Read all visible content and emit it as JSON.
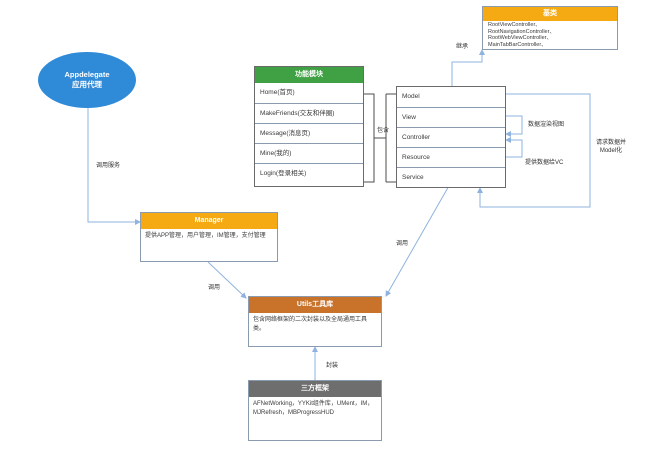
{
  "app_delegate": {
    "line1": "Appdelegate",
    "line2": "应用代理"
  },
  "function_module": {
    "title": "功能模块",
    "items": [
      "Home(首页)",
      "MakeFriends(交友和伴圈)",
      "Message(消息页)",
      "Mine(我的)",
      "Login(登录相关)"
    ]
  },
  "mvc": {
    "items": [
      "Model",
      "View",
      "Controller",
      "Resource",
      "Service"
    ]
  },
  "base": {
    "title": "基类",
    "lines": [
      "RootViewController、",
      "RootNavigationController、",
      "RootWebViewController、",
      "MainTabBarController、"
    ]
  },
  "manager": {
    "title": "Manager",
    "desc": "提供APP管理，用户管理，IM管理，支付管理"
  },
  "utils": {
    "title": "Utils工具库",
    "desc": "包含网络框架的二次封装以及全局通用工具类。"
  },
  "third_party": {
    "title": "三方框架",
    "desc": "AFNetWorking，YYKit组件库，UMent，IM，MJRefresh，MBProgressHUD"
  },
  "labels": {
    "call_service": "调用服务",
    "contains": "包含",
    "inherit": "继承",
    "data_render": "数据渲染视图",
    "provide_data": "提供数据给VC",
    "request_data": "请求数据并Model化",
    "call_right": "调用",
    "call_left": "调用",
    "wrap": "封装"
  },
  "colors": {
    "blue": "#2f8ad8",
    "green": "#3fa143",
    "orange": "#f5aa13",
    "brown": "#c9722a",
    "gray": "#6e6e6e",
    "line": "#8fb3de"
  }
}
